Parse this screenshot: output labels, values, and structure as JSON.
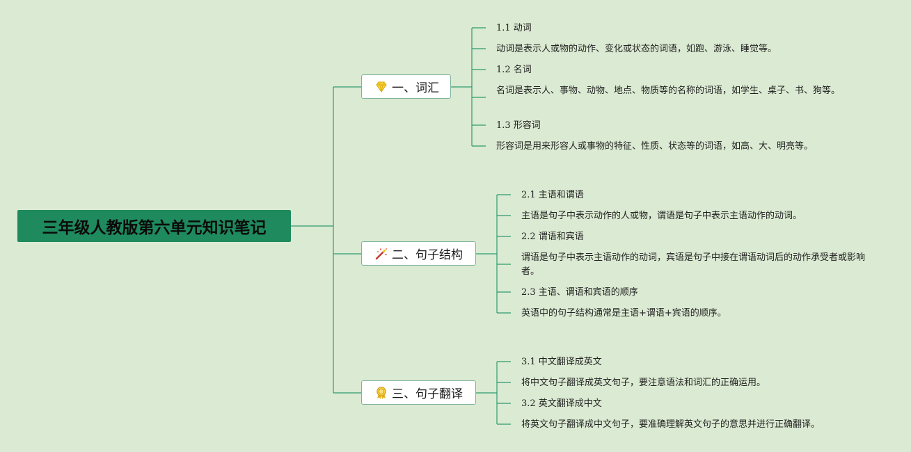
{
  "root": {
    "title": "三年级人教版第六单元知识笔记"
  },
  "branches": [
    {
      "label": "一、词汇",
      "icon": "diamond-icon",
      "items": [
        {
          "text": "1.1 动词"
        },
        {
          "text": "动词是表示人或物的动作、变化或状态的词语，如跑、游泳、睡觉等。"
        },
        {
          "text": "1.2 名词"
        },
        {
          "text": "名词是表示人、事物、动物、地点、物质等的名称的词语，如学生、桌子、书、狗等。"
        },
        {
          "text": "1.3 形容词"
        },
        {
          "text": "形容词是用来形容人或事物的特征、性质、状态等的词语，如高、大、明亮等。"
        }
      ]
    },
    {
      "label": "二、句子结构",
      "icon": "magic-wand-icon",
      "items": [
        {
          "text": "2.1 主语和谓语"
        },
        {
          "text": "主语是句子中表示动作的人或物，谓语是句子中表示主语动作的动词。"
        },
        {
          "text": "2.2 谓语和宾语"
        },
        {
          "text": "谓语是句子中表示主语动作的动词，宾语是句子中接在谓语动词后的动作承受者或影响者。"
        },
        {
          "text": "2.3 主语、谓语和宾语的顺序"
        },
        {
          "text": "英语中的句子结构通常是主语+谓语+宾语的顺序。"
        }
      ]
    },
    {
      "label": "三、句子翻译",
      "icon": "award-medal-icon",
      "items": [
        {
          "text": "3.1 中文翻译成英文"
        },
        {
          "text": "将中文句子翻译成英文句子，要注意语法和词汇的正确运用。"
        },
        {
          "text": "3.2 英文翻译成中文"
        },
        {
          "text": "将英文句子翻译成中文句子，要准确理解英文句子的意思并进行正确翻译。"
        }
      ]
    }
  ],
  "colors": {
    "background": "#dbead2",
    "root_fill": "#1e8a5e",
    "connector": "#2e9a70",
    "branch_border": "#7fb49c"
  }
}
